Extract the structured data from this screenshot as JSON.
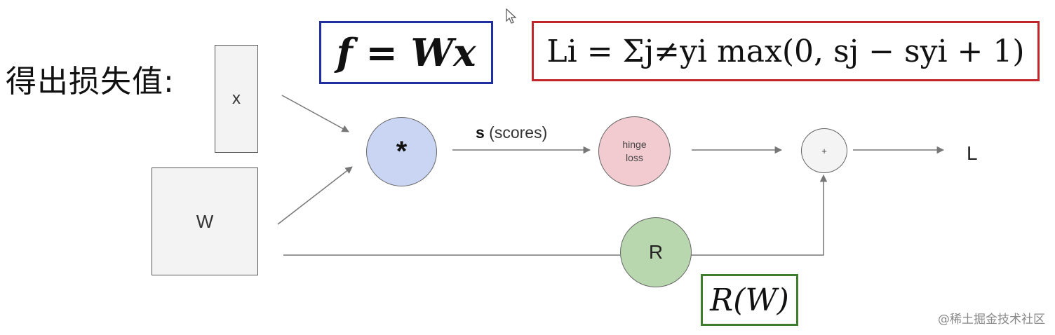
{
  "heading": "得出损失值:",
  "inputs": {
    "x_label": "x",
    "w_label": "W"
  },
  "nodes": {
    "multiply_symbol": "*",
    "hinge_label": "hinge\nloss",
    "plus_symbol": "+",
    "regularizer_label": "R"
  },
  "edges": {
    "scores_bold": "s",
    "scores_rest": " (scores)"
  },
  "output_label": "L",
  "formulas": {
    "score_function": "f = Wx",
    "loss_function": "Li = Σj≠yi max(0, sj − syi + 1)",
    "regularization": "R(W)"
  },
  "watermark": "@稀土掘金技术社区",
  "colors": {
    "multiply_node": "#c9d5f3",
    "hinge_node": "#f2cbd1",
    "regularizer_node": "#b8d7ae",
    "score_formula_border": "#1f2fa0",
    "loss_formula_border": "#c0262b",
    "reg_formula_border": "#3f7d2c"
  }
}
